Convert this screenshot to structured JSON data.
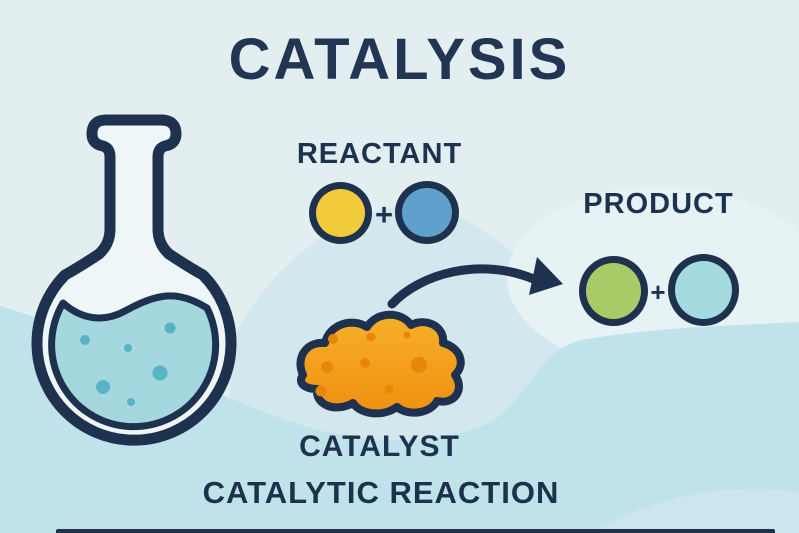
{
  "title": "CATALYSIS",
  "caption": "CATALYTIC REACTION",
  "reactant": {
    "label": "REACTANT",
    "plus": "+",
    "molecule_colors": [
      "#f2cb3d",
      "#5fa0cd"
    ]
  },
  "product": {
    "label": "PRODUCT",
    "plus": "+",
    "molecule_colors": [
      "#a8cb68",
      "#a3dbe0"
    ]
  },
  "catalyst": {
    "label": "CATALYST",
    "color": "#f2a024",
    "spot_color": "#e8860b"
  },
  "flask": {
    "liquid_color": "#a4d7de",
    "bubble_color": "#57b4c3"
  },
  "colors": {
    "ink": "#1e3250",
    "background_top": "#e3eef1",
    "background_hill": "#d3e8ee",
    "background_bottom": "#c0e2ea",
    "bottom_bar": "#1e3248"
  }
}
